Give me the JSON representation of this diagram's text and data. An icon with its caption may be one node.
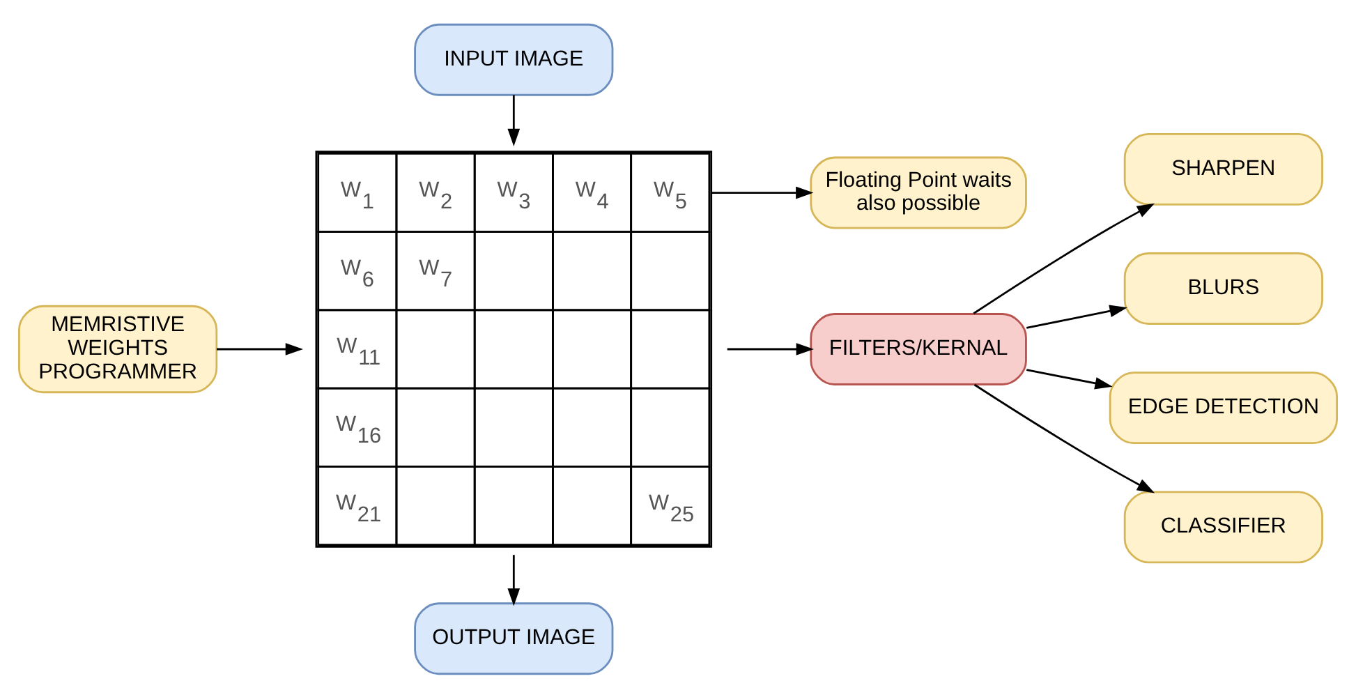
{
  "diagram": {
    "nodes": [
      {
        "text": [
          "INPUT IMAGE"
        ]
      },
      {
        "text": [
          "Floating Point waits also possible"
        ]
      },
      {
        "text": [
          "MEMRISTIVE WEIGHTS PROGRAMMER"
        ]
      },
      {
        "text": [
          "W$_{1}$",
          "W$_{2}$",
          "W$_{3}$",
          "W$_{4}$",
          "W$_{5}$",
          "W$_{6}$",
          "W$_{7}$",
          "W$_{11}$",
          "W$_{16}$",
          "W$_{21}$",
          "W$_{25}$"
        ]
      },
      {
        "text": [
          "FILTERS/KERNAL"
        ]
      },
      {
        "text": [
          "SHARPEN"
        ]
      },
      {
        "text": [
          "BLURS"
        ]
      },
      {
        "text": [
          "EDGE DETECTION"
        ]
      },
      {
        "text": [
          "CLASSIFIER"
        ]
      },
      {
        "text": [
          "OUTPUT IMAGE"
        ]
      }
    ],
    "edges": [
      {
        "from": 0,
        "to": 3,
        "arrow": "to"
      },
      {
        "from": 3,
        "to": 1,
        "arrow": "to"
      },
      {
        "from": 2,
        "to": 3,
        "arrow": "to"
      },
      {
        "from": 3,
        "to": 4,
        "arrow": "to"
      },
      {
        "from": 4,
        "to": 5,
        "arrow": "to"
      },
      {
        "from": 4,
        "to": 6,
        "arrow": "to"
      },
      {
        "from": 4,
        "to": 7,
        "arrow": "to"
      },
      {
        "from": 4,
        "to": 8,
        "arrow": "to"
      },
      {
        "from": 3,
        "to": 9,
        "arrow": "to"
      }
    ]
  }
}
